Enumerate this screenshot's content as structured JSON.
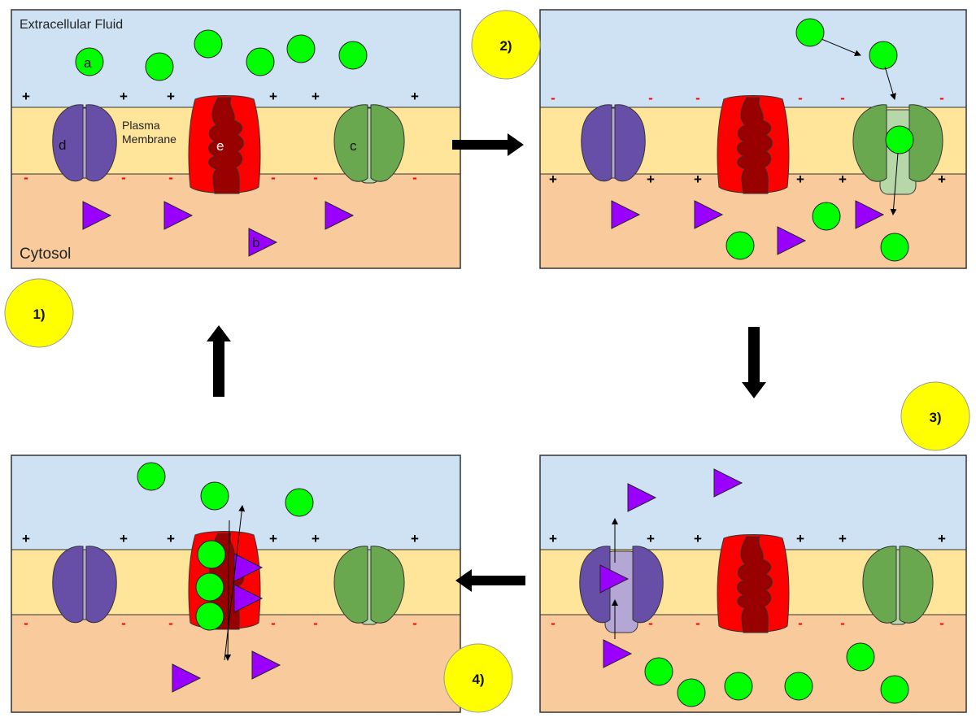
{
  "labels": {
    "extracellular": "Extracellular Fluid",
    "cytosol": "Cytosol",
    "membrane": "Plasma\nMembrane",
    "molecule_a": "a",
    "molecule_b": "b",
    "protein_c": "c",
    "protein_d": "d",
    "protein_e": "e",
    "plus": "+",
    "minus": "-"
  },
  "steps": [
    {
      "label": "1)"
    },
    {
      "label": "2)"
    },
    {
      "label": "3)"
    },
    {
      "label": "4)"
    }
  ],
  "colors": {
    "extracellular": "#cfe2f3",
    "membrane": "#ffe599",
    "cytosol": "#f9cb9c",
    "circle": "#00ff00",
    "triangle": "#9900ff",
    "channel_d": "#674ea7",
    "channel_d_pore": "#b4a7d6",
    "channel_c": "#6aa84f",
    "channel_c_pore": "#b6d7a8",
    "pump_e": "#ff0000",
    "pump_e_core": "#990000",
    "step_badge": "#ffff00",
    "minus_sign": "#ff0000",
    "arrow": "#000000"
  }
}
